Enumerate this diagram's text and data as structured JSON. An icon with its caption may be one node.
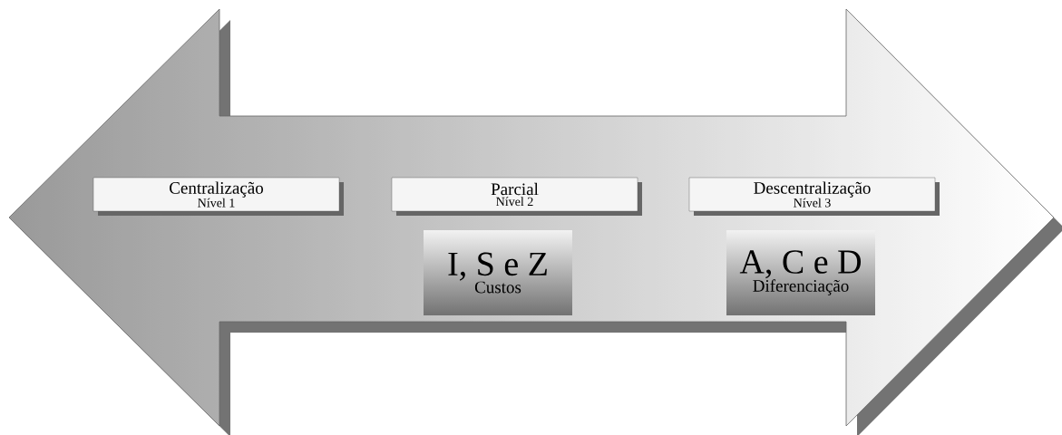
{
  "diagram": {
    "nodes": [
      {
        "text": [],
        "shape": "arrow"
      },
      {
        "text": [
          "Centralização",
          "Nível 1"
        ],
        "in": 0
      },
      {
        "text": [
          "Parcial",
          "Nível 2"
        ],
        "in": 0
      },
      {
        "text": [
          "Descentralização",
          "Nível 3"
        ],
        "in": 0
      },
      {
        "text": [
          "I, S e Z",
          "Custos"
        ],
        "in": 0
      },
      {
        "text": [
          "A, C e D",
          "Diferenciação"
        ],
        "in": 0
      }
    ]
  }
}
